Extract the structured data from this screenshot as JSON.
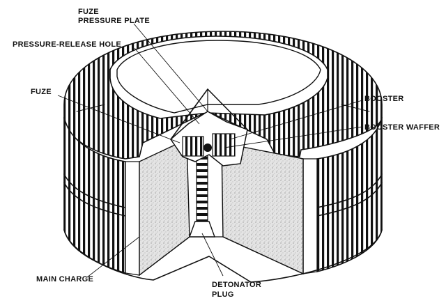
{
  "labels": {
    "fuze_pressure_plate_line1": "FUZE",
    "fuze_pressure_plate_line2": "PRESSURE PLATE",
    "pressure_release_hole": "PRESSURE-RELEASE HOLE",
    "fuze": "FUZE",
    "booster": "BOOSTER",
    "booster_waffer": "BOOSTER WAFFER",
    "main_charge": "MAIN CHARGE",
    "detonator_plug_line1": "DETONATOR",
    "detonator_plug_line2": "PLUG"
  },
  "colors": {
    "ink": "#111111",
    "paper": "#ffffff",
    "charge": "#d9d9d9"
  }
}
